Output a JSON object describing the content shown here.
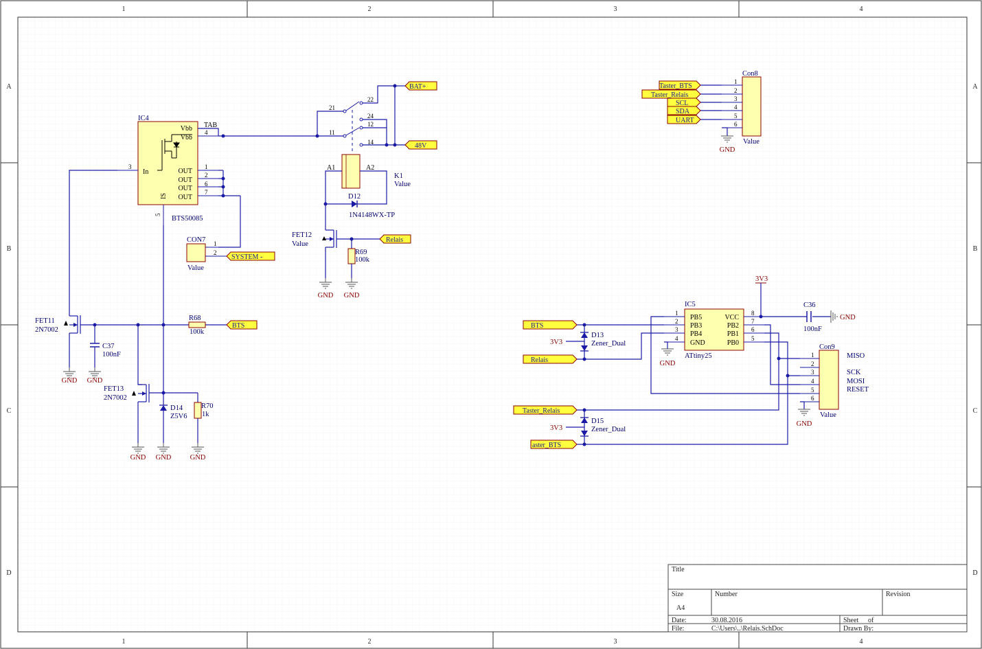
{
  "sheet": {
    "columns": [
      "1",
      "2",
      "3",
      "4"
    ],
    "rows": [
      "A",
      "B",
      "C",
      "D"
    ]
  },
  "title_block": {
    "title_label": "Title",
    "size_label": "Size",
    "size_value": "A4",
    "number_label": "Number",
    "revision_label": "Revision",
    "date_label": "Date:",
    "date_value": "30.08.2016",
    "sheet_label": "Sheet",
    "of_label": "of",
    "file_label": "File:",
    "file_value": "C:\\Users\\..\\Relais.SchDoc",
    "drawn_label": "Drawn By:"
  },
  "components": {
    "ic4": {
      "designator": "IC4",
      "value": "BTS50085",
      "pins": {
        "vbb1": "Vbb",
        "vbb2": "Vbb",
        "in": "In",
        "out1": "OUT",
        "out2": "OUT",
        "out3": "OUT",
        "out4": "OUT",
        "is": "IS",
        "tab": "TAB"
      },
      "pin_numbers": {
        "tab": "4",
        "in": "3",
        "is": "5",
        "out1": "1",
        "out2": "2",
        "out3": "6",
        "out4": "7"
      }
    },
    "k1": {
      "designator": "K1",
      "value": "Value",
      "pins": {
        "a1": "A1",
        "a2": "A2"
      },
      "contacts": [
        "22",
        "21",
        "24",
        "12",
        "11",
        "14"
      ]
    },
    "d12": {
      "designator": "D12",
      "value": "1N4148WX-TP"
    },
    "fet12": {
      "designator": "FET12",
      "value": "Value"
    },
    "r69": {
      "designator": "R69",
      "value": "100k"
    },
    "con7": {
      "designator": "CON7",
      "value": "Value",
      "pins": [
        "1",
        "2"
      ]
    },
    "fet11": {
      "designator": "FET11",
      "value": "2N7002"
    },
    "c37": {
      "designator": "C37",
      "value": "100nF"
    },
    "r68": {
      "designator": "R68",
      "value": "100k"
    },
    "fet13": {
      "designator": "FET13",
      "value": "2N7002"
    },
    "d14": {
      "designator": "D14",
      "value": "Z5V6"
    },
    "r70": {
      "designator": "R70",
      "value": "1k"
    },
    "con8": {
      "designator": "Con8",
      "value": "Value",
      "pins": [
        "1",
        "2",
        "3",
        "4",
        "5",
        "6"
      ]
    },
    "ic5": {
      "designator": "IC5",
      "value": "ATtiny25",
      "left_pins": [
        "PB5",
        "PB3",
        "PB4",
        "GND"
      ],
      "left_nums": [
        "1",
        "2",
        "3",
        "4"
      ],
      "right_pins": [
        "VCC",
        "PB2",
        "PB1",
        "PB0"
      ],
      "right_nums": [
        "8",
        "7",
        "6",
        "5"
      ]
    },
    "c36": {
      "designator": "C36",
      "value": "100nF"
    },
    "d13": {
      "designator": "D13",
      "value": "Zener_Dual"
    },
    "d15": {
      "designator": "D15",
      "value": "Zener_Dual"
    },
    "con9": {
      "designator": "Con9",
      "value": "Value",
      "pins": [
        "1",
        "2",
        "3",
        "4",
        "5",
        "6"
      ],
      "signals": [
        "MISO",
        "SCK",
        "MOSI",
        "RESET"
      ]
    }
  },
  "power": {
    "gnd": "GND",
    "v33": "3V3"
  },
  "ports": {
    "bat_plus": "BAT+",
    "v48": "48V",
    "relais": "Relais",
    "system_minus": "SYSTEM -",
    "bts": "BTS",
    "taster_bts": "Taster_BTS",
    "taster_relais": "Taster_Relais",
    "scl": "SCL",
    "sda": "SDA",
    "uart": "UART",
    "bts2": "BTS",
    "relais2": "Relais",
    "taster_relais2": "Taster_Relais",
    "taster_bts2": "aster_BTS"
  },
  "colors": {
    "wire": "#1a1aa6",
    "component_fill": "#ffffb0",
    "component_border": "#8b0000",
    "port_fill": "#ffff40",
    "power_text": "#8b0000"
  }
}
